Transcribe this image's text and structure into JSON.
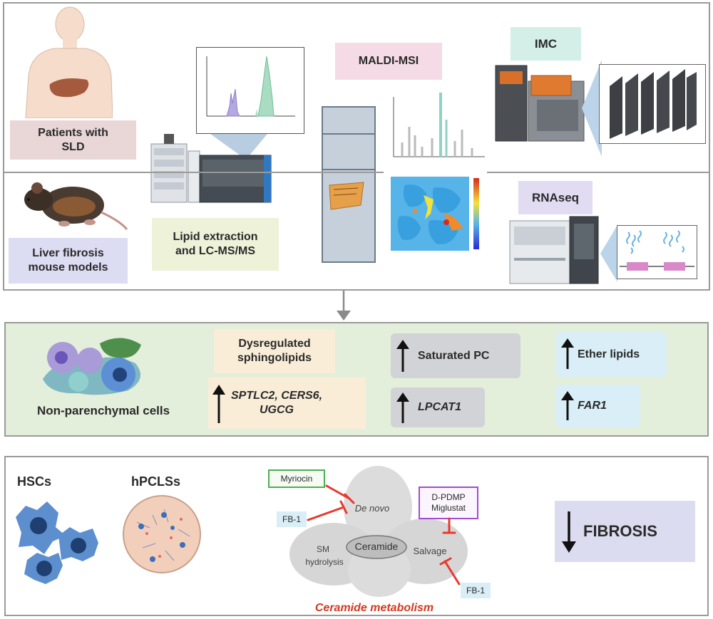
{
  "top": {
    "patients_label": "Patients with SLD",
    "maldi_label": "MALDI-MSI",
    "imc_label": "IMC"
  },
  "middle": {
    "mouse_label": "Liver fibrosis mouse models",
    "lipid_label": "Lipid extraction and LC-MS/MS",
    "rnaseq_label": "RNAseq"
  },
  "findings": {
    "npc_label": "Non-parenchymal cells",
    "sphingo_title": "Dysregulated sphingolipids",
    "sphingo_genes": "SPTLC2, CERS6, UGCG",
    "sat_pc": "Saturated PC",
    "lpcat1": "LPCAT1",
    "ether": "Ether lipids",
    "far1": "FAR1"
  },
  "bottom": {
    "hscs": "HSCs",
    "hpcls": "hPCLSs",
    "myriocin": "Myriocin",
    "fb1_a": "FB-1",
    "denovo": "De novo",
    "dpdmp": "D-PDMP",
    "miglustat": "Miglustat",
    "ceramide": "Ceramide",
    "sm": "SM",
    "hydrolysis": "hydrolysis",
    "salvage": "Salvage",
    "fb1_b": "FB-1",
    "ceramide_metabolism": "Ceramide metabolism",
    "fibrosis": "FIBROSIS"
  },
  "colors": {
    "panel_border": "#9a9a9a",
    "findings_bg": "#e3eedb",
    "patients_bg": "#e9d6d6",
    "maldi_bg": "#f4dbe5",
    "imc_bg": "#d3efe8",
    "mouse_bg": "#dcdcf2",
    "lipid_bg": "#eef2d8",
    "rnaseq_bg": "#e2dcf2",
    "sphingo_bg": "#f9edd8",
    "gray_box": "#d2d3d6",
    "blue_box": "#d9eef6",
    "fibrosis_bg": "#dcdcf0",
    "myriocin_border": "#4caf50",
    "dpdmp_border": "#a24bd0",
    "inhibitor_red": "#e8392e",
    "ceramide_text": "#d23a1f"
  },
  "icons": [
    "human-body-icon",
    "liver-icon",
    "mass-spectrum-icon",
    "lc-ms-instrument-icon",
    "maldi-instrument-icon",
    "imc-instrument-icon",
    "tissue-stack-icon",
    "mouse-icon",
    "heatmap-icon",
    "sequencer-icon",
    "rna-reads-icon",
    "down-arrow-icon",
    "npc-cells-icon",
    "up-arrow-icon",
    "hsc-cells-icon",
    "pcls-slice-icon",
    "down-arrow-icon"
  ]
}
